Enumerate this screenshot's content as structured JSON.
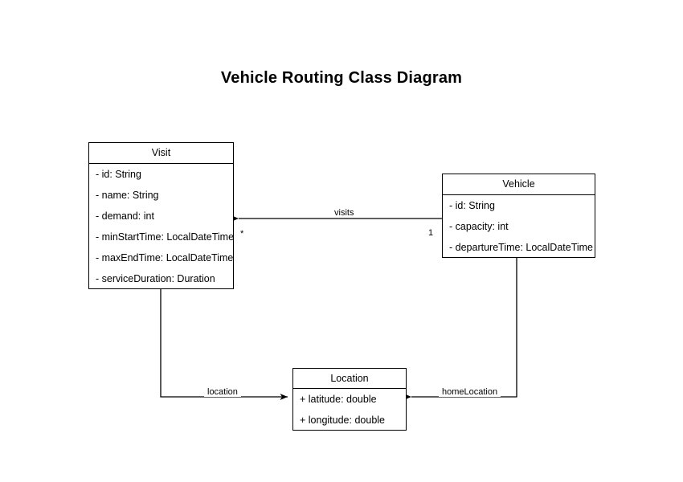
{
  "diagram": {
    "title": "Vehicle Routing Class Diagram",
    "type": "uml-class-diagram",
    "background_color": "#ffffff",
    "line_color": "#000000",
    "text_color": "#000000",
    "classes": [
      {
        "name": "Visit",
        "attributes": [
          "- id: String",
          "- name: String",
          "- demand: int",
          "- minStartTime: LocalDateTime",
          "- maxEndTime: LocalDateTime",
          "- serviceDuration: Duration"
        ]
      },
      {
        "name": "Vehicle",
        "attributes": [
          "- id: String",
          "- capacity: int",
          "- departureTime: LocalDateTime"
        ]
      },
      {
        "name": "Location",
        "attributes": [
          "+ latitude: double",
          "+ longitude: double"
        ]
      }
    ],
    "relationships": [
      {
        "label": "visits",
        "source": "Vehicle",
        "target": "Visit",
        "source_multiplicity": "1",
        "target_multiplicity": "*",
        "arrow": "open-arrow-at-target"
      },
      {
        "label": "location",
        "source": "Visit",
        "target": "Location",
        "source_multiplicity": "",
        "target_multiplicity": "",
        "arrow": "open-arrow-at-target"
      },
      {
        "label": "homeLocation",
        "source": "Vehicle",
        "target": "Location",
        "source_multiplicity": "",
        "target_multiplicity": "",
        "arrow": "open-arrow-at-target"
      }
    ]
  }
}
